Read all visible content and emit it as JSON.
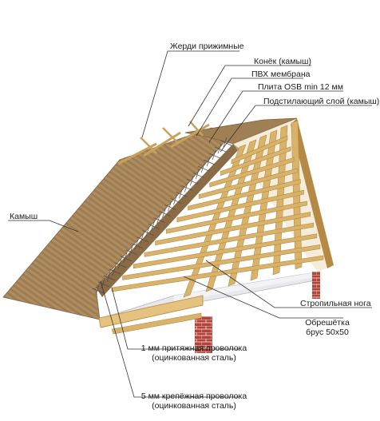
{
  "diagram": {
    "labels": {
      "pressure_poles": "Жерди прижимные",
      "ridge": "Конёк (камыш)",
      "pvc_membrane": "ПВХ мембрана",
      "osb_board": "Плита OSB min 12 мм",
      "underlay": "Подстилающий слой (камыш)",
      "reed": "Камыш",
      "rafter": "Стропильная нога",
      "batten_line1": "Обрешётка",
      "batten_line2": "брус 50х50",
      "wire1_line1": "1 мм притяжная проволока",
      "wire1_line2": "(оцинкованная сталь)",
      "wire5_line1": "5 мм крепёжная проволока",
      "wire5_line2": "(оцинкованная сталь)"
    },
    "colors": {
      "reed": "#a8865a",
      "reed_dark": "#7e6240",
      "timber": "#d9b36a",
      "timber_dark": "#b48a45",
      "brick": "#b4433a",
      "slab": "#d8d8dc",
      "leader": "#333333"
    }
  }
}
